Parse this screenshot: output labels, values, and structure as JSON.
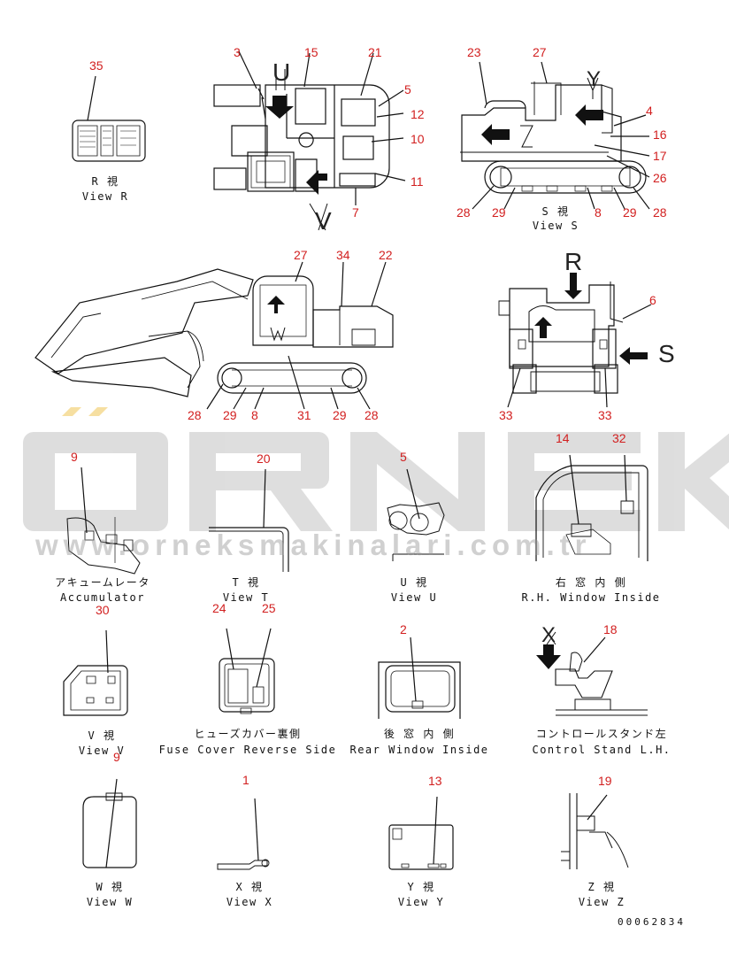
{
  "colors": {
    "callout": "#d21f1f",
    "line": "#111111",
    "watermark": "#c8c8c8",
    "watermark_accent": "#f3d27a"
  },
  "watermark": {
    "brand": "ÖRNEK",
    "url": "www.orneksmakinalari.com.tr"
  },
  "document_code": "00062834",
  "view_letters": {
    "v": "V",
    "y": "Y",
    "r": "R",
    "s": "S",
    "z": "Z",
    "x": "X",
    "w": "W",
    "u": "U"
  },
  "panels": {
    "view_r": {
      "caption_jp": "R 視",
      "caption_en": "View R",
      "callouts": [
        "35"
      ]
    },
    "top_view": {
      "callouts": [
        "3",
        "15",
        "21",
        "5",
        "12",
        "10",
        "11",
        "7"
      ]
    },
    "view_s": {
      "caption_jp": "S 視",
      "caption_en": "View S",
      "callouts": [
        "23",
        "27",
        "4",
        "16",
        "17",
        "26",
        "28",
        "29",
        "8",
        "29",
        "28"
      ]
    },
    "side_view": {
      "callouts": [
        "27",
        "34",
        "22",
        "28",
        "29",
        "8",
        "31",
        "29",
        "28"
      ]
    },
    "rear_view": {
      "callouts": [
        "6",
        "33",
        "33"
      ]
    },
    "accumulator": {
      "caption_jp": "アキュームレータ",
      "caption_en": "Accumulator",
      "callouts": [
        "9"
      ]
    },
    "view_t": {
      "caption_jp": "T 視",
      "caption_en": "View T",
      "callouts": [
        "20"
      ]
    },
    "view_u": {
      "caption_jp": "U 視",
      "caption_en": "View U",
      "callouts": [
        "5"
      ]
    },
    "rh_window": {
      "caption_jp": "右 窓 内 側",
      "caption_en": "R.H. Window Inside",
      "callouts": [
        "14",
        "32"
      ]
    },
    "view_v": {
      "caption_jp": "V 視",
      "caption_en": "View V",
      "callouts": [
        "30"
      ]
    },
    "fuse_cover": {
      "caption_jp": "ヒューズカバー裏側",
      "caption_en": "Fuse Cover Reverse Side",
      "callouts": [
        "24",
        "25"
      ]
    },
    "rear_window": {
      "caption_jp": "後 窓 内 側",
      "caption_en": "Rear Window Inside",
      "callouts": [
        "2"
      ]
    },
    "control_stand": {
      "caption_jp": "コントロールスタンド左",
      "caption_en": "Control Stand L.H.",
      "callouts": [
        "18"
      ]
    },
    "view_w": {
      "caption_jp": "W 視",
      "caption_en": "View W",
      "callouts": [
        "9"
      ]
    },
    "view_x": {
      "caption_jp": "X 視",
      "caption_en": "View X",
      "callouts": [
        "1"
      ]
    },
    "view_y": {
      "caption_jp": "Y 視",
      "caption_en": "View Y",
      "callouts": [
        "13"
      ]
    },
    "view_z": {
      "caption_jp": "Z 視",
      "caption_en": "View Z",
      "callouts": [
        "19"
      ]
    }
  }
}
